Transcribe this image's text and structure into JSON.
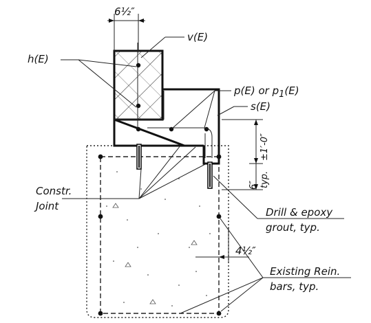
{
  "labels": {
    "dim_top": "6½″",
    "v": "v(E)",
    "h": "h(E)",
    "p": "p(E) or p",
    "p_sub": "1",
    "p_end": "(E)",
    "s": "s(E)",
    "dim_right_1": "±1′-0″",
    "dim_right_2": "6″",
    "dim_right_3": "typ.",
    "constr_1": "Constr.",
    "constr_2": "Joint",
    "drill_1": "Drill & epoxy",
    "drill_2": "grout, typ.",
    "dim_bottom": "4½″",
    "exist_1": "Existing Rein.",
    "exist_2": "bars, typ."
  }
}
